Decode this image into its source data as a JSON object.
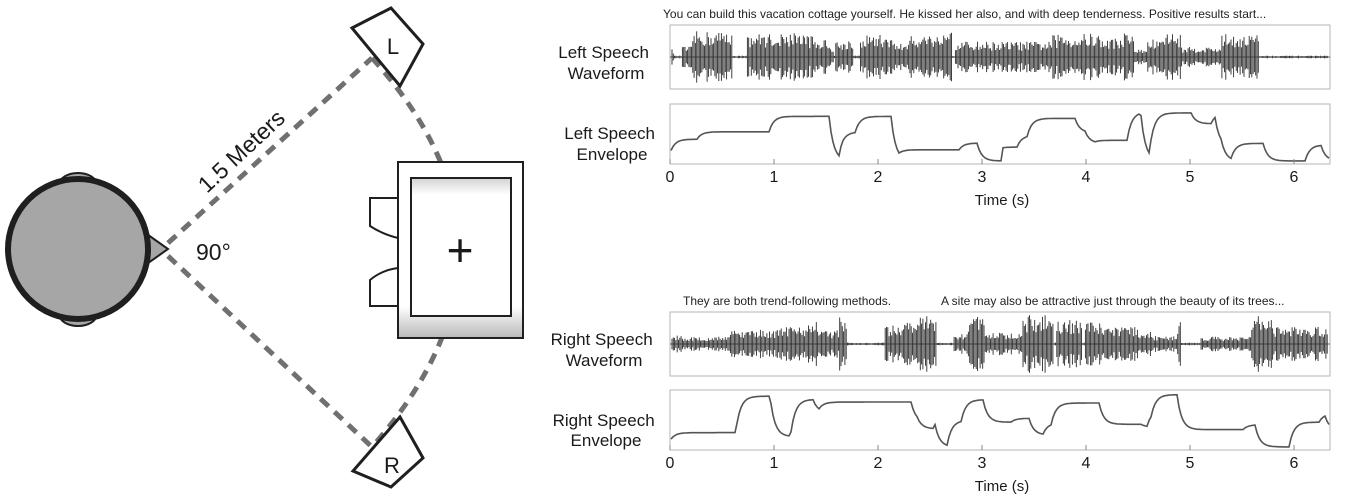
{
  "setup": {
    "distance_label": "1.5 Meters",
    "angle_label": "90°",
    "speaker_left_label": "L",
    "speaker_right_label": "R",
    "fixation_symbol": "+"
  },
  "panels": {
    "left": {
      "caption": "You can build this vacation cottage yourself.  He kissed her also, and with deep tenderness. Positive results start...",
      "waveform_label": [
        "Left Speech",
        "Waveform"
      ],
      "envelope_label": [
        "Left Speech",
        "Envelope"
      ],
      "xlabel": "Time (s)",
      "xticks": [
        "0",
        "1",
        "2",
        "3",
        "4",
        "5",
        "6"
      ]
    },
    "right": {
      "caption_a": "They are both trend-following methods.",
      "caption_b": "A site may also be attractive just through the beauty of its trees...",
      "waveform_label": [
        "Right Speech",
        "Waveform"
      ],
      "envelope_label": [
        "Right Speech",
        "Envelope"
      ],
      "xlabel": "Time (s)",
      "xticks": [
        "0",
        "1",
        "2",
        "3",
        "4",
        "5",
        "6"
      ]
    }
  },
  "colors": {
    "head_fill": "#a6a6a6",
    "line": "#1f1f1f",
    "dash": "#707070",
    "waveform": "#2b2b2b",
    "envelope": "#555555"
  }
}
